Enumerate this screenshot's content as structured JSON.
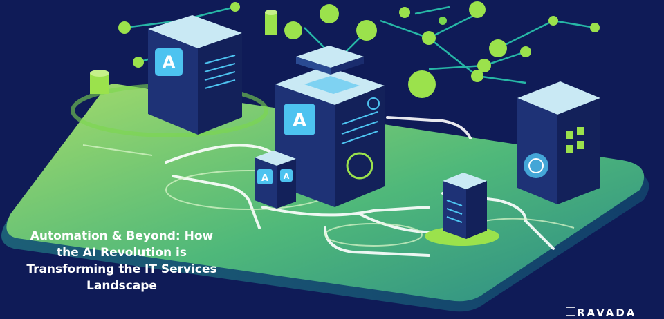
{
  "headline": "Automation & Beyond: How the AI Revolution is Transforming the IT Services Landscape",
  "brand": "RAVADA",
  "server_letter": "A",
  "colors": {
    "background": "#0f1b57",
    "platform_light": "#8ed36b",
    "platform_dark": "#2d8a6b",
    "accent_green": "#9be24c",
    "server_blue": "#1a2c6e",
    "screen_cyan": "#4dc3f0"
  }
}
